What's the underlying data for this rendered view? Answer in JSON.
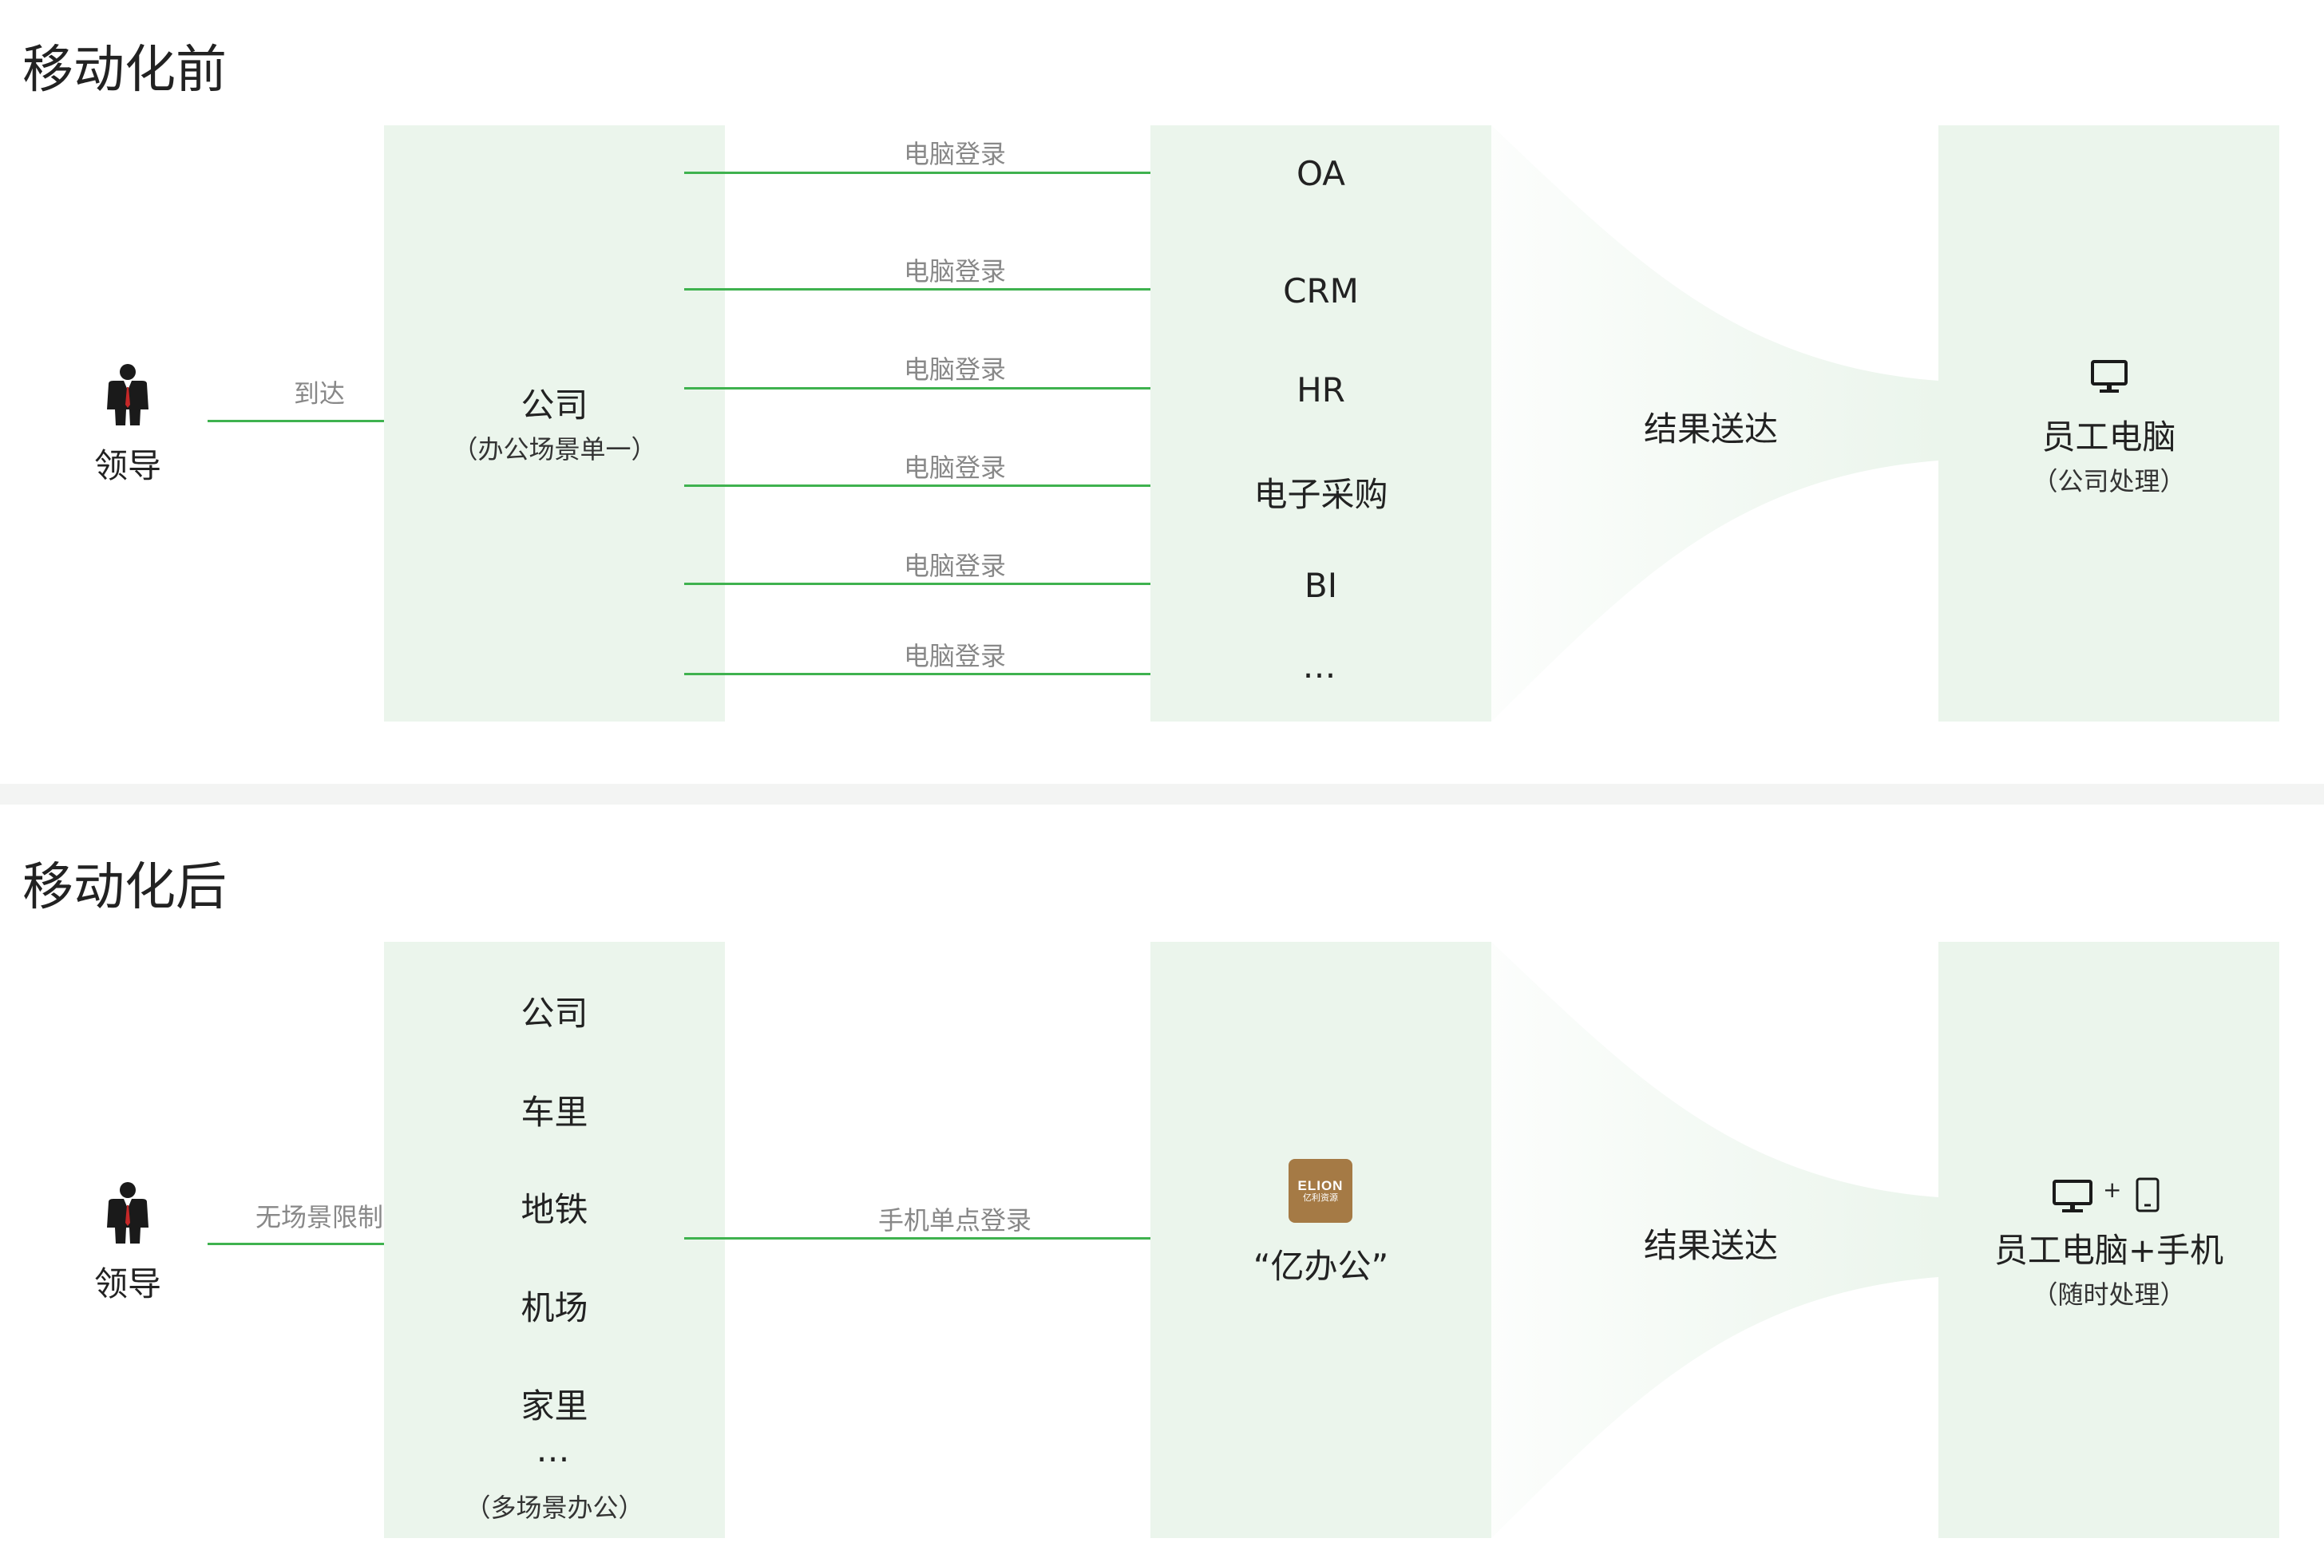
{
  "before": {
    "title": "移动化前",
    "person_label": "领导",
    "arrival_label": "到达",
    "company": {
      "name": "公司",
      "note": "（办公场景单一）"
    },
    "login_label": "电脑登录",
    "systems": [
      "OA",
      "CRM",
      "HR",
      "电子采购",
      "BI",
      "…"
    ],
    "delivery_label": "结果送达",
    "target": {
      "name": "员工电脑",
      "note": "（公司处理）",
      "icon": "desktop-monitor-icon"
    }
  },
  "after": {
    "title": "移动化后",
    "person_label": "领导",
    "arrival_label": "无场景限制",
    "places": [
      "公司",
      "车里",
      "地铁",
      "机场",
      "家里",
      "…"
    ],
    "places_note": "（多场景办公）",
    "login_label": "手机单点登录",
    "app": {
      "name": "“亿办公”",
      "logo_line1": "ELION",
      "logo_line2": "亿利资源"
    },
    "delivery_label": "结果送达",
    "target": {
      "name": "员工电脑+手机",
      "note": "（随时处理）",
      "icons": [
        "desktop-monitor-icon",
        "plus-icon",
        "mobile-phone-icon"
      ],
      "plus": "+"
    }
  },
  "colors": {
    "panel": "#ebf5ec",
    "arrow": "#3fb24f",
    "separator": "#f3f4f3",
    "logo": "#a57a45"
  }
}
